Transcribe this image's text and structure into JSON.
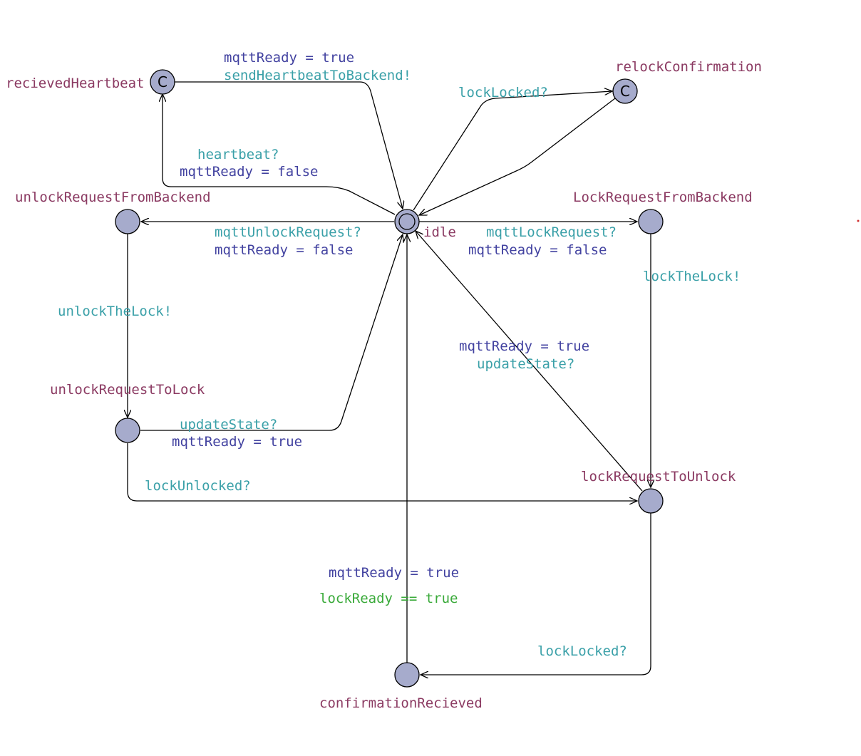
{
  "locations": {
    "idle": "idle",
    "recievedHeartbeat": "recievedHeartbeat",
    "relockConfirmation": "relockConfirmation",
    "unlockRequestFromBackend": "unlockRequestFromBackend",
    "lockRequestFromBackend": "LockRequestFromBackend",
    "unlockRequestToLock": "unlockRequestToLock",
    "lockRequestToUnlock": "lockRequestToUnlock",
    "confirmationRecieved": "confirmationRecieved"
  },
  "committed_mark": "C",
  "edges": {
    "heartbeat_to_idle": {
      "assign": "mqttReady = true",
      "sync": "sendHeartbeatToBackend!"
    },
    "idle_to_heartbeat": {
      "sync": "heartbeat?",
      "assign": "mqttReady = false"
    },
    "idle_to_relock": {
      "sync": "lockLocked?"
    },
    "idle_to_unlock_backend": {
      "sync": "mqttUnlockRequest?",
      "assign": "mqttReady = false"
    },
    "idle_to_lock_backend": {
      "sync": "mqttLockRequest?",
      "assign": "mqttReady = false"
    },
    "lock_backend_to_unlock": {
      "sync": "lockTheLock!"
    },
    "unlock_backend_to_lock": {
      "sync": "unlockTheLock!"
    },
    "unlock_to_idle": {
      "sync": "updateState?",
      "assign": "mqttReady = true"
    },
    "lock_unlock_to_idle": {
      "assign": "mqttReady = true",
      "sync": "updateState?"
    },
    "unlock_lock_to_lock_unlock": {
      "sync": "lockUnlocked?"
    },
    "confirmation_to_idle": {
      "assign": "mqttReady = true",
      "guard": "lockReady == true"
    },
    "lock_unlock_to_confirmation": {
      "sync": "lockLocked?"
    }
  },
  "colors": {
    "location_name": "#8b3a62",
    "sync": "#3aa0a8",
    "assignment": "#4242a0",
    "guard": "#3aaa3a",
    "node_fill": "#a6abcc"
  }
}
